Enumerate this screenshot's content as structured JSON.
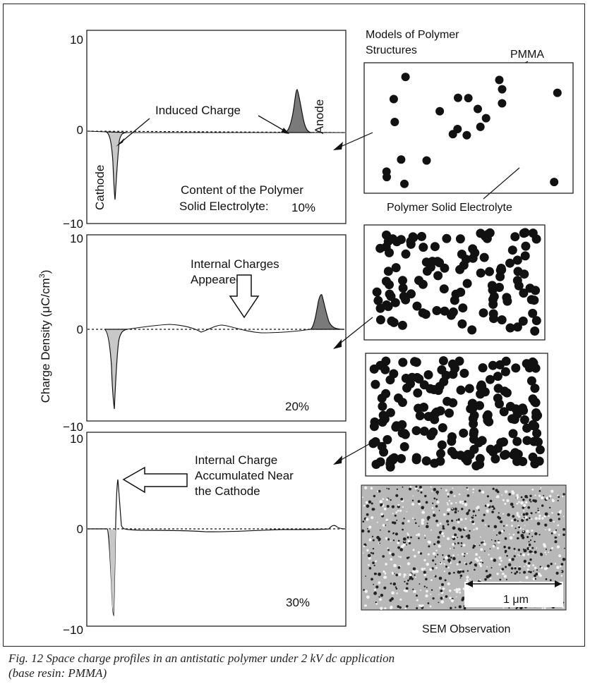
{
  "y_axis_label": "Charge Density (μC/cm",
  "y_axis_label_sup": "3",
  "y_axis_label_close": ")",
  "panels": [
    {
      "ytick_top": "10",
      "ytick_zero": "0",
      "ytick_bottom": "−10",
      "annotations": {
        "induced_charge": "Induced Charge",
        "anode": "Anode",
        "cathode": "Cathode",
        "content_line1": "Content of the Polymer",
        "content_line2": "Solid Electrolyte:",
        "content_value": "10%"
      }
    },
    {
      "ytick_top": "10",
      "ytick_zero": "0",
      "ytick_bottom": "−10",
      "annotations": {
        "internal_line1": "Internal Charges",
        "internal_line2": "Appeared",
        "content_value": "20%"
      }
    },
    {
      "ytick_top": "10",
      "ytick_zero": "0",
      "ytick_bottom": "−10",
      "annotations": {
        "acc_line1": "Internal Charge",
        "acc_line2": "Accumulated Near",
        "acc_line3": "the Cathode",
        "content_value": "30%"
      }
    }
  ],
  "models": {
    "title_line1": "Models of Polymer",
    "title_line2": "Structures",
    "pmma_label": "PMMA",
    "electrolyte_label": "Polymer Solid Electrolyte",
    "sem_label": "SEM Observation",
    "scale_bar": "1 μm"
  },
  "caption_line1": "Fig. 12 Space charge profiles in an antistatic polymer under 2 kV dc application",
  "caption_line2": "(base resin: PMMA)",
  "colors": {
    "ink": "#111111",
    "peak_fill": "#7a7a7a",
    "cathode_fill": "#c8c8c8",
    "sem_bg": "#b8b8b8"
  }
}
